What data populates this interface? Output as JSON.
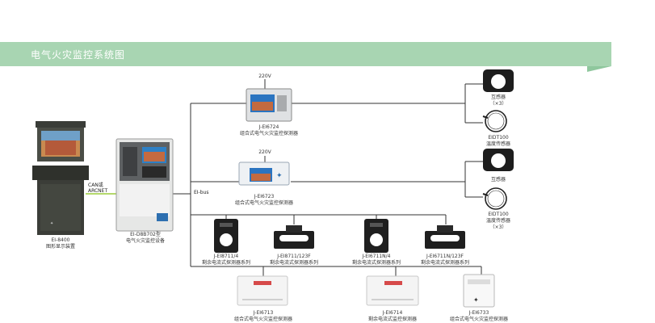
{
  "banner": {
    "title": "电气火灾监控系统图"
  },
  "display": {
    "model": "EI-8400",
    "name": "图形显示装置"
  },
  "panel": {
    "model": "EI-D8B702型",
    "name": "电气火灾监控设备"
  },
  "link": {
    "label_1": "CAN或",
    "label_2": "ARCNET"
  },
  "bus": {
    "label": "EI-bus"
  },
  "power": {
    "label_top": "220V",
    "label_mid": "220V"
  },
  "monitors": [
    {
      "model": "J-EI6724",
      "name": "组合式电气火灾监控探测器"
    },
    {
      "model": "J-EI6723",
      "name": "组合式电气火灾监控探测器"
    }
  ],
  "sensor_groups": [
    {
      "transformer": "互感器",
      "transformer_qty": "（×3）",
      "temp_model": "EIDT100",
      "temp_name": "温度传感器"
    },
    {
      "transformer": "互感器",
      "temp_model": "EIDT100",
      "temp_name": "温度传感器",
      "temp_qty": "（×3）"
    }
  ],
  "residual_detectors": [
    {
      "model": "J-EI8711/4",
      "name": "剩余电流式探测器系列"
    },
    {
      "model": "J-EI8711/123F",
      "name": "剩余电流式探测器系列"
    },
    {
      "model": "J-EI6711N/4",
      "name": "剩余电流式探测器系列"
    },
    {
      "model": "J-EI6711N/123F",
      "name": "剩余电流式探测器系列"
    }
  ],
  "bottom_detectors": [
    {
      "model": "J-EI6713",
      "name": "组合式电气火灾监控探测器"
    },
    {
      "model": "J-EI6714",
      "name": "剩余电流式监控探测器"
    },
    {
      "model": "J-EI6733",
      "name": "组合式电气火灾监控探测器"
    }
  ],
  "colors": {
    "banner": "#a8d5b2",
    "wire": "#333333",
    "link_wire": "#9ccc3c"
  }
}
